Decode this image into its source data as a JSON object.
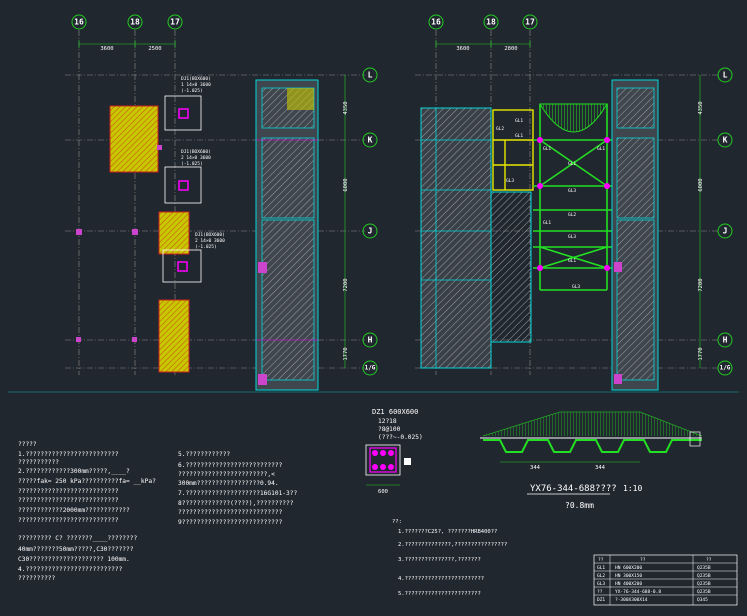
{
  "axes": {
    "left_top": [
      "16",
      "18",
      "17"
    ],
    "right_top": [
      "16",
      "18",
      "17"
    ],
    "rows": [
      "L",
      "K",
      "J",
      "H",
      "1/G"
    ]
  },
  "dims": {
    "left_top": [
      "3600",
      "2500"
    ],
    "right_top": [
      "3600",
      "2800"
    ],
    "left_side": [
      "4350",
      "6000",
      "7200",
      "1770"
    ],
    "right_side": [
      "4350",
      "6000",
      "7200",
      "1770"
    ]
  },
  "beams": [
    "GL1",
    "GL2",
    "GL1",
    "GL3",
    "GL1",
    "GL3",
    "GL2",
    "GL3",
    "GL1",
    "GL3",
    "GL1",
    "GL1",
    "GL1"
  ],
  "pile_labels": {
    "p1": [
      "DJ1(BOX600)",
      "1 14×0 3600",
      "(-1.025)"
    ],
    "p2": [
      "DJ1(BOX600)",
      "2 14×0 3600",
      "(-1.025)"
    ],
    "p3": [
      "DJ1(BOX600)",
      "2 14×0 3600",
      "(-1.025)"
    ]
  },
  "column": {
    "title": "DZ1 600X600",
    "lines": [
      "12?18",
      "?8@100",
      "(???~-0.025)"
    ],
    "width": "600"
  },
  "deck": {
    "title": "YX76-344-688????",
    "scale": "1:10",
    "thickness": "?0.8mm",
    "dims": [
      "344",
      "344"
    ]
  },
  "left_notes": [
    "?????",
    "1.?????????????????????????",
    "  ???????????",
    "2.????????????300mm?????,____?",
    "?????fak= 250 kPa??????????fa= __kPa?",
    "???????????????????????????",
    "???????????????????????????",
    "????????????2000mm????????????",
    "???????????????????????????",
    "????????? C? ???????____????????",
    "40mm???????50mm?????,C30???????",
    "C30???????????????????? 100mm.",
    "4.??????????????????????????",
    "??????????"
  ],
  "mid_notes": [
    "5.????????????",
    "6.??????????????????????????",
    "  ????????????????????????,<",
    "  300mm?????????????????0.94.",
    "7.????????????????????16G101-3??",
    "8?????????????(????),??????????",
    "????????????????????????????",
    "9???????????????????????????"
  ],
  "right_notes": [
    "??:",
    "1.???????C25?, ???????HRB400??",
    "2.??????????????,????????????????",
    "3.???????????????,???????",
    "4.????????????????????????",
    "5.???????????????????????"
  ],
  "table": {
    "headers": [
      "??",
      "??",
      "??"
    ],
    "rows": [
      [
        "GL1",
        "HN 600X200",
        "Q235B"
      ],
      [
        "GL2",
        "HN 300X150",
        "Q235B"
      ],
      [
        "GL3",
        "HN 400X200",
        "Q235B"
      ],
      [
        "??",
        "YX-76-344-688-0.8",
        "Q235B"
      ],
      [
        "DZ1",
        "?-300X300X14",
        "Q345"
      ]
    ]
  },
  "colors": {
    "background": "#21272f",
    "grid_green": "#22cc22",
    "steel_green": "#22e022",
    "axis_line": "#8d8d8d",
    "cyan": "#00d8d8",
    "pile_red": "#cc2020",
    "pile_fill": "#ffff00",
    "magenta": "#ff00ff",
    "white": "#ffffff"
  }
}
